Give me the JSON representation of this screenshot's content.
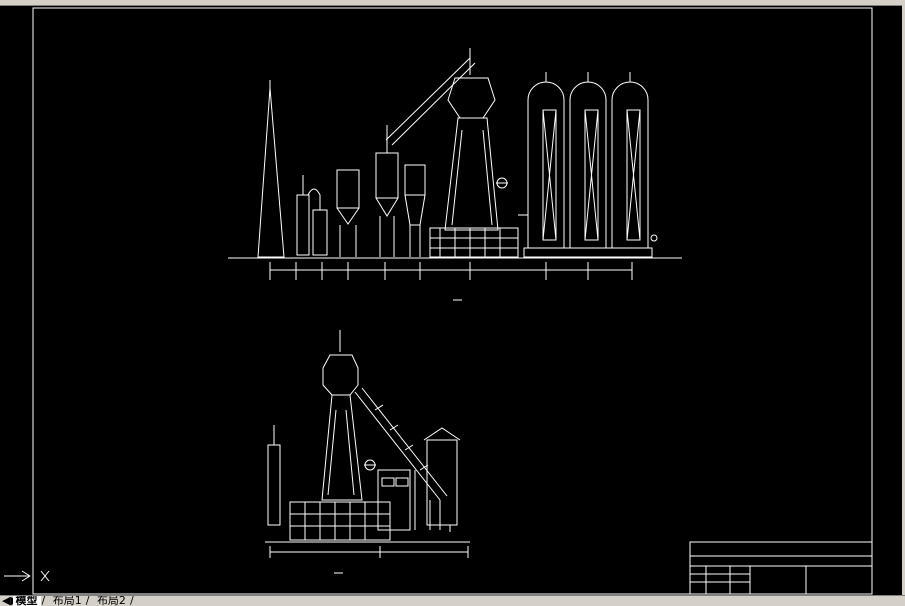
{
  "tabs": [
    {
      "label": "模型",
      "active": true
    },
    {
      "label": "布局1",
      "active": false
    },
    {
      "label": "布局2",
      "active": false
    }
  ],
  "icons": {
    "ucs": "ucs-axis-icon",
    "nav": "tab-nav-arrows-icon"
  },
  "colors": {
    "background": "#000000",
    "lines": "#ffffff",
    "chrome": "#d4d0c8"
  }
}
